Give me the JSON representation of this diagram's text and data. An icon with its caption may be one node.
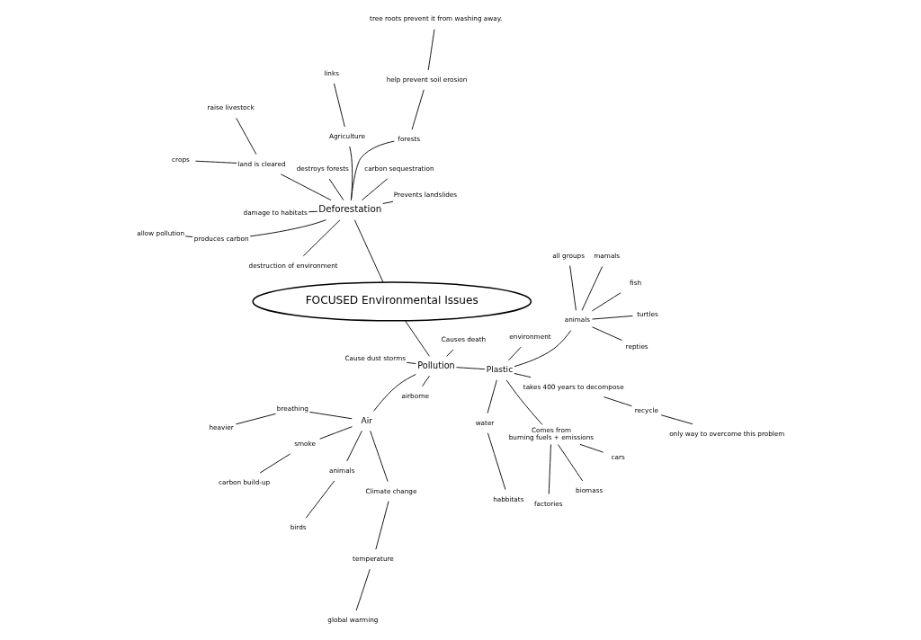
{
  "diagram": {
    "nodes": [
      {
        "text": [
          "FOCUSED Environmental Issues"
        ]
      },
      {
        "text": [
          "Pollution"
        ]
      },
      {
        "text": [
          "Air"
        ]
      },
      {
        "text": [
          "animals"
        ]
      },
      {
        "text": [
          "birds"
        ]
      },
      {
        "text": [
          "heavier"
        ]
      },
      {
        "text": [
          "breathing"
        ]
      },
      {
        "text": [
          "Climate change"
        ]
      },
      {
        "text": [
          "temperature"
        ]
      },
      {
        "text": [
          "global warming"
        ]
      },
      {
        "text": [
          "carbon build-up"
        ]
      },
      {
        "text": [
          "smoke"
        ]
      },
      {
        "text": [
          "Plastic"
        ]
      },
      {
        "text": [
          "animals"
        ]
      },
      {
        "text": [
          "fish"
        ]
      },
      {
        "text": [
          "repties"
        ]
      },
      {
        "text": [
          "turtles"
        ]
      },
      {
        "text": [
          "mamals"
        ]
      },
      {
        "text": [
          "all groups"
        ]
      },
      {
        "text": [
          "environment"
        ]
      },
      {
        "text": [
          "water"
        ]
      },
      {
        "text": [
          "habbitats"
        ]
      },
      {
        "text": [
          "Cause dust storms"
        ]
      },
      {
        "text": [
          "Causes death"
        ]
      },
      {
        "text": [
          "airborne"
        ]
      },
      {
        "text": [
          "Comes from",
          "burning fuels + emissions"
        ]
      },
      {
        "text": [
          "cars"
        ]
      },
      {
        "text": [
          "factories"
        ]
      },
      {
        "text": [
          "biomass"
        ]
      },
      {
        "text": [
          "takes 400 years to decompose"
        ]
      },
      {
        "text": [
          "recycle"
        ]
      },
      {
        "text": [
          "only way to overcome this problem"
        ]
      },
      {
        "text": [
          "Deforestation"
        ]
      },
      {
        "text": [
          "Agriculture"
        ]
      },
      {
        "text": [
          "links"
        ]
      },
      {
        "text": [
          "allow pollution"
        ]
      },
      {
        "text": [
          "produces carbon"
        ]
      },
      {
        "text": [
          "carbon sequestration"
        ]
      },
      {
        "text": [
          "damage to habitats"
        ]
      },
      {
        "text": [
          "destruction of environment"
        ]
      },
      {
        "text": [
          "destroys forests"
        ]
      },
      {
        "text": [
          "land is cleared"
        ]
      },
      {
        "text": [
          "crops"
        ]
      },
      {
        "text": [
          "raise livestock"
        ]
      },
      {
        "text": [
          "Prevents landslides"
        ]
      },
      {
        "text": [
          "forests"
        ]
      },
      {
        "text": [
          "help prevent soil erosion"
        ]
      },
      {
        "text": [
          "tree roots prevent it from washing away."
        ]
      }
    ],
    "edges": [
      {
        "from": 1,
        "to": 0,
        "arrow": "none"
      },
      {
        "from": 2,
        "to": 1,
        "arrow": "none"
      },
      {
        "from": 2,
        "to": 3,
        "arrow": "none"
      },
      {
        "from": 3,
        "to": 4,
        "arrow": "none"
      },
      {
        "from": 6,
        "to": 2,
        "arrow": "none"
      },
      {
        "from": 5,
        "to": 6,
        "arrow": "none"
      },
      {
        "from": 2,
        "to": 7,
        "arrow": "none"
      },
      {
        "from": 7,
        "to": 8,
        "arrow": "none"
      },
      {
        "from": 8,
        "to": 9,
        "arrow": "none"
      },
      {
        "from": 2,
        "to": 11,
        "arrow": "none"
      },
      {
        "from": 11,
        "to": 10,
        "arrow": "none"
      },
      {
        "from": 1,
        "to": 12,
        "arrow": "none"
      },
      {
        "from": 12,
        "to": 13,
        "arrow": "none"
      },
      {
        "from": 14,
        "to": 13,
        "arrow": "none"
      },
      {
        "from": 15,
        "to": 13,
        "arrow": "none"
      },
      {
        "from": 13,
        "to": 16,
        "arrow": "none"
      },
      {
        "from": 13,
        "to": 17,
        "arrow": "none"
      },
      {
        "from": 13,
        "to": 18,
        "arrow": "none"
      },
      {
        "from": 12,
        "to": 19,
        "arrow": "none"
      },
      {
        "from": 12,
        "to": 20,
        "arrow": "none"
      },
      {
        "from": 20,
        "to": 21,
        "arrow": "none"
      },
      {
        "from": 1,
        "to": 22,
        "arrow": "none"
      },
      {
        "from": 1,
        "to": 23,
        "arrow": "none"
      },
      {
        "from": 1,
        "to": 24,
        "arrow": "none"
      },
      {
        "from": 12,
        "to": 25,
        "arrow": "none"
      },
      {
        "from": 12,
        "to": 29,
        "arrow": "none"
      },
      {
        "from": 25,
        "to": 26,
        "arrow": "none"
      },
      {
        "from": 25,
        "to": 27,
        "arrow": "none"
      },
      {
        "from": 25,
        "to": 28,
        "arrow": "none"
      },
      {
        "from": 29,
        "to": 30,
        "arrow": "none"
      },
      {
        "from": 30,
        "to": 31,
        "arrow": "none"
      },
      {
        "from": 32,
        "to": 0,
        "arrow": "none"
      },
      {
        "from": 32,
        "to": 33,
        "arrow": "none"
      },
      {
        "from": 33,
        "to": 34,
        "arrow": "none"
      },
      {
        "from": 32,
        "to": 36,
        "arrow": "none"
      },
      {
        "from": 35,
        "to": 36,
        "arrow": "none"
      },
      {
        "from": 32,
        "to": 37,
        "arrow": "none"
      },
      {
        "from": 32,
        "to": 38,
        "arrow": "none"
      },
      {
        "from": 32,
        "to": 39,
        "arrow": "none"
      },
      {
        "from": 32,
        "to": 40,
        "arrow": "none"
      },
      {
        "from": 32,
        "to": 41,
        "arrow": "none"
      },
      {
        "from": 32,
        "to": 45,
        "arrow": "none"
      },
      {
        "from": 32,
        "to": 44,
        "arrow": "none"
      },
      {
        "from": 42,
        "to": 41,
        "arrow": "none"
      },
      {
        "from": 41,
        "to": 43,
        "arrow": "none"
      },
      {
        "from": 45,
        "to": 46,
        "arrow": "none"
      },
      {
        "from": 46,
        "to": 47,
        "arrow": "none"
      }
    ]
  }
}
